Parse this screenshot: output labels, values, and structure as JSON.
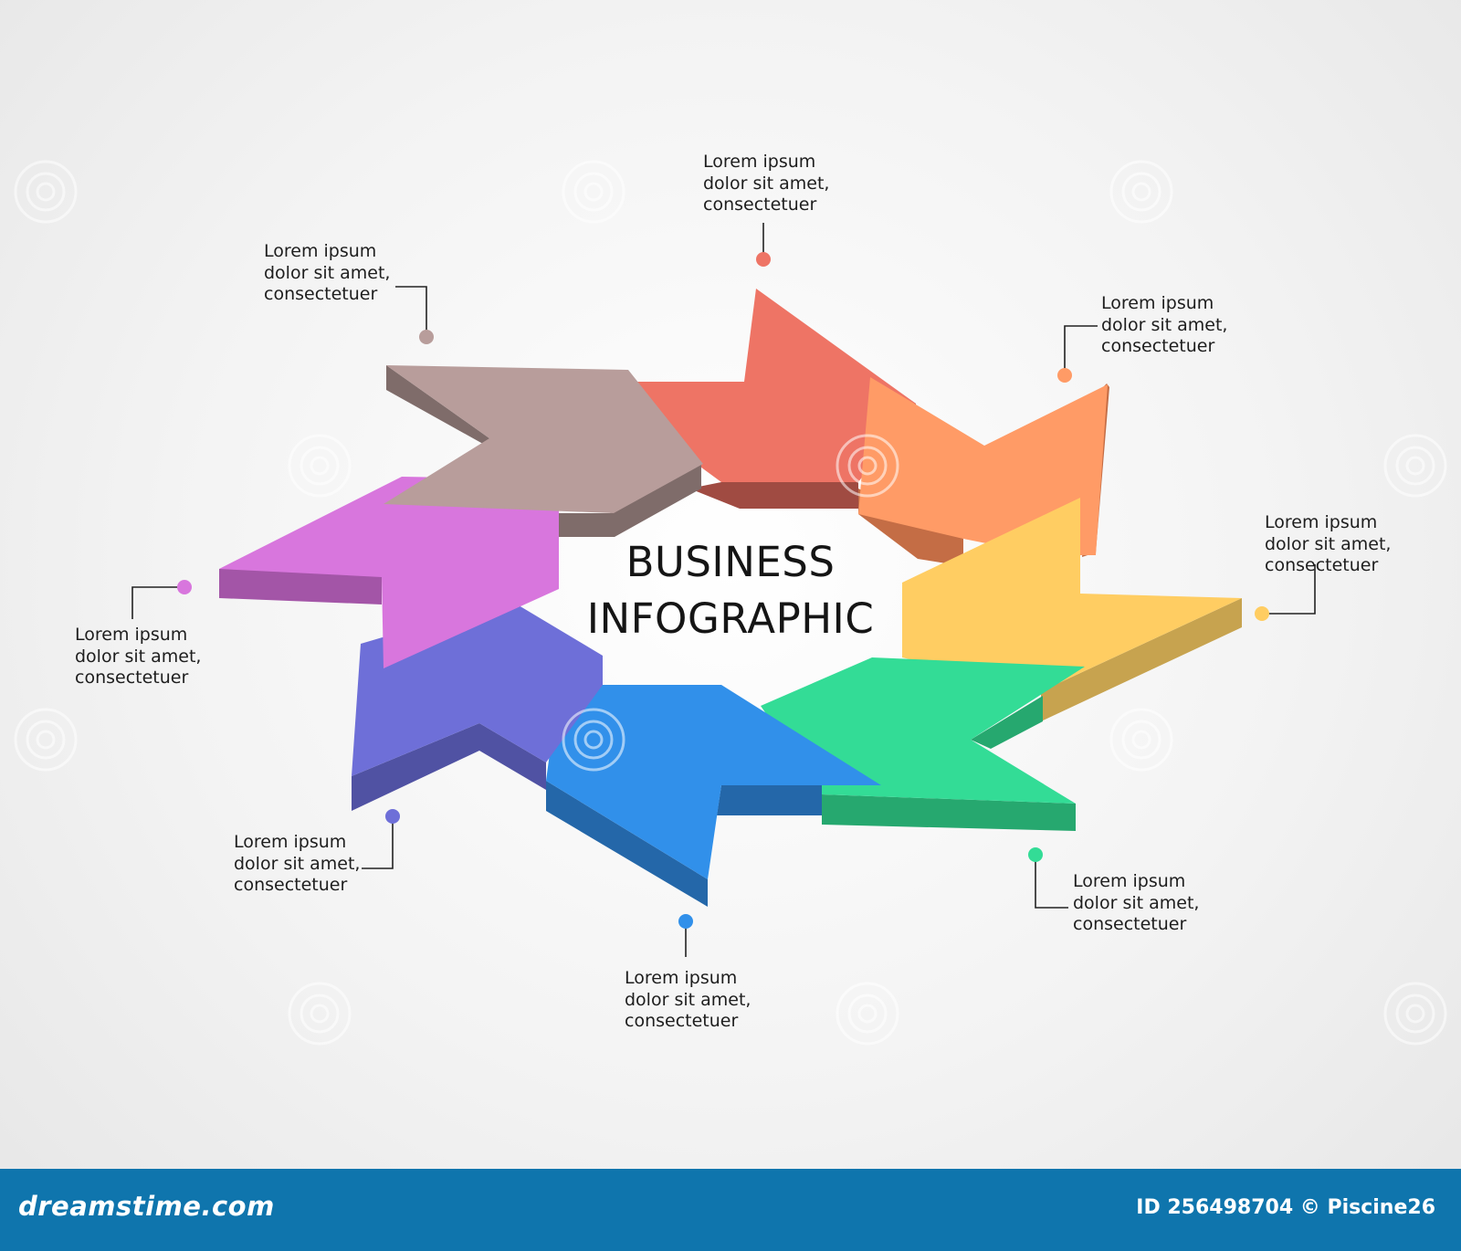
{
  "title": {
    "line1": "BUSINESS",
    "line2": "INFOGRAPHIC"
  },
  "items": [
    {
      "id": "red",
      "color": "#ee7465",
      "lines": [
        "Lorem ipsum",
        "dolor sit amet,",
        "consectetuer"
      ]
    },
    {
      "id": "orange",
      "color": "#ff9b66",
      "lines": [
        "Lorem ipsum",
        "dolor sit amet,",
        "consectetuer"
      ]
    },
    {
      "id": "yellow",
      "color": "#ffcd62",
      "lines": [
        "Lorem ipsum",
        "dolor sit amet,",
        "consectetuer"
      ]
    },
    {
      "id": "green",
      "color": "#33dc96",
      "lines": [
        "Lorem ipsum",
        "dolor sit amet,",
        "consectetuer"
      ]
    },
    {
      "id": "blue",
      "color": "#3190ea",
      "lines": [
        "Lorem ipsum",
        "dolor sit amet,",
        "consectetuer"
      ]
    },
    {
      "id": "indigo",
      "color": "#6e6fd8",
      "lines": [
        "Lorem ipsum",
        "dolor sit amet,",
        "consectetuer"
      ]
    },
    {
      "id": "violet",
      "color": "#d876dd",
      "lines": [
        "Lorem ipsum",
        "dolor sit amet,",
        "consectetuer"
      ]
    },
    {
      "id": "taupe",
      "color": "#b89d9b",
      "lines": [
        "Lorem ipsum",
        "dolor sit amet,",
        "consectetuer"
      ]
    }
  ],
  "footer": {
    "brand": "dreamstime.com",
    "credit": "ID 256498704 © Piscine26"
  },
  "colors": {
    "footer_bg": "#0f75ad",
    "text": "#1e1e1e"
  }
}
